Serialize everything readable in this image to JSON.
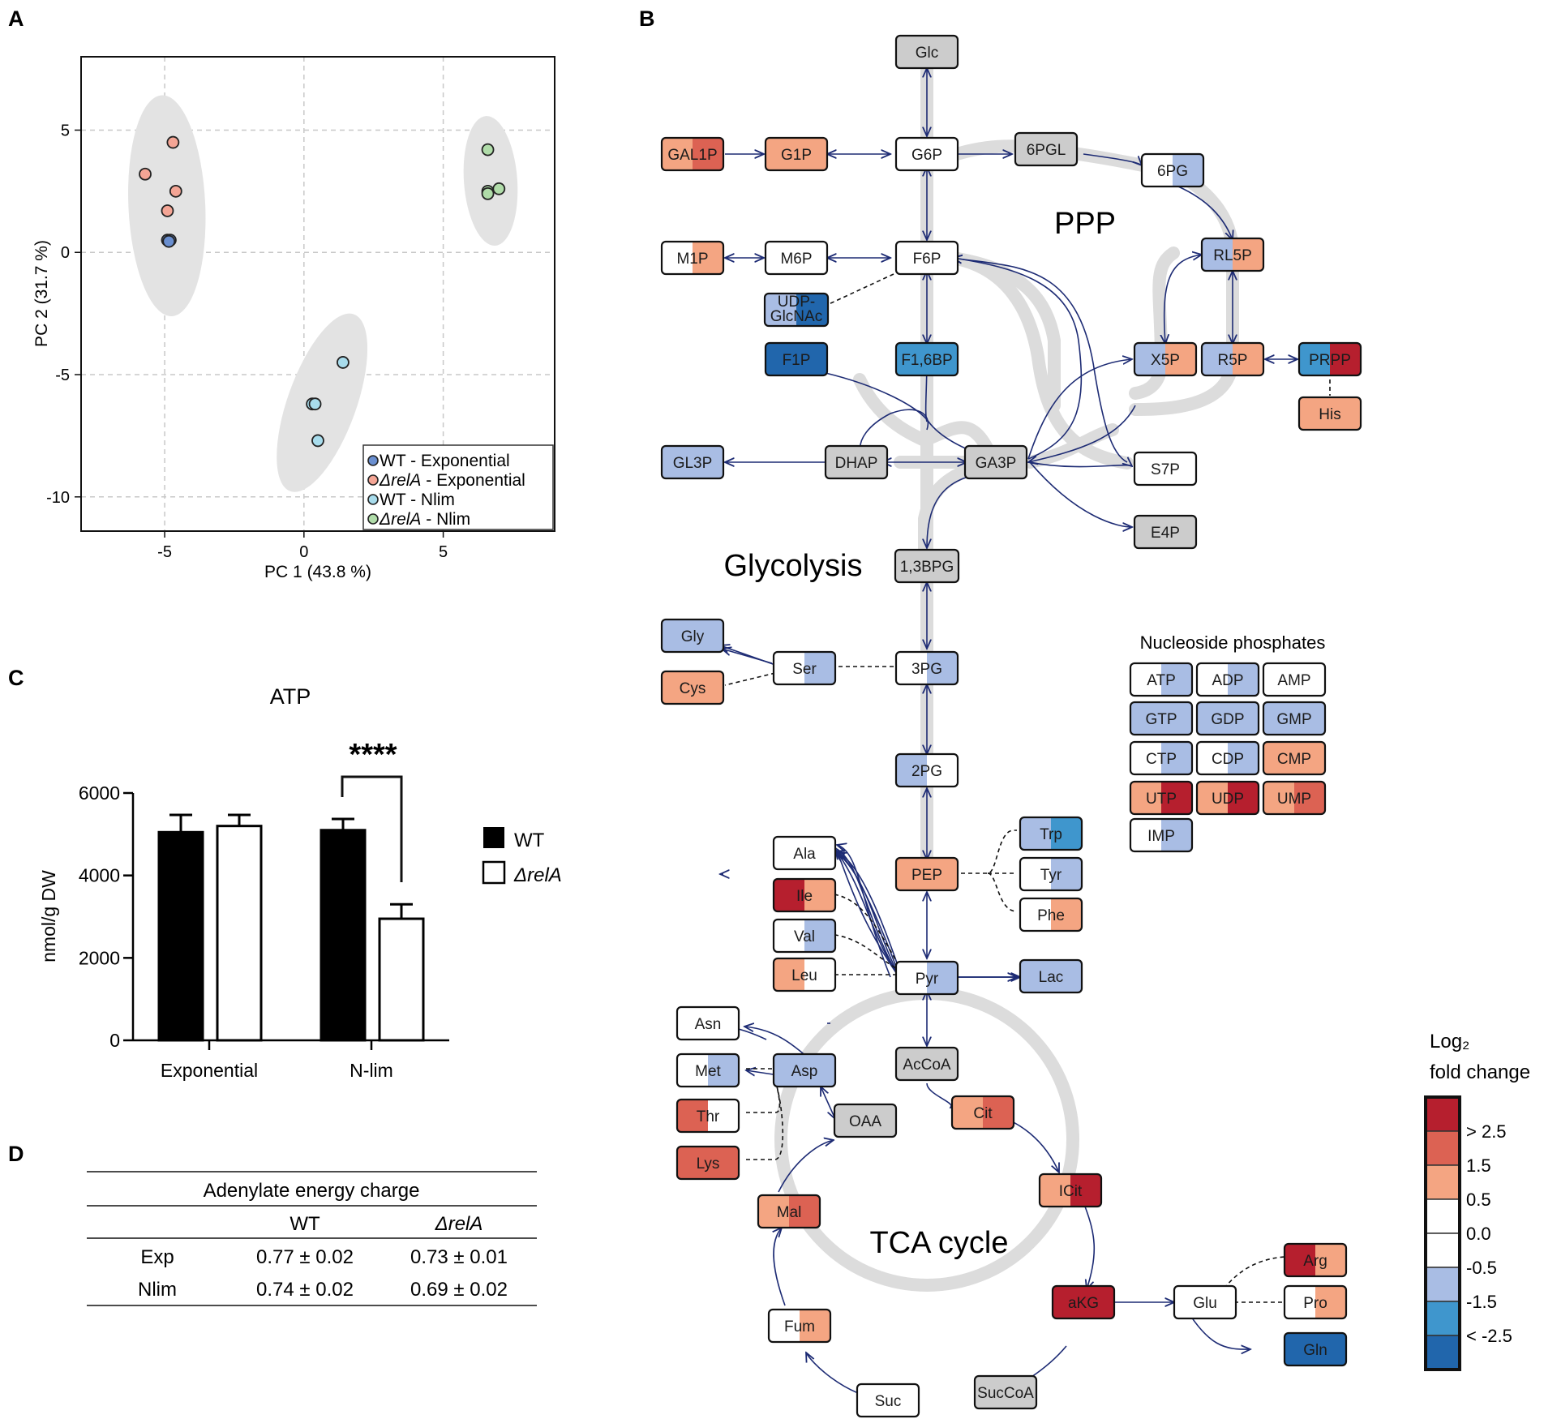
{
  "panels": {
    "a": "A",
    "b": "B",
    "c": "C",
    "d": "D"
  },
  "colors": {
    "lfc": {
      "r3": "#b61f2e",
      "r2": "#dc6253",
      "r1": "#f4a582",
      "w": "#ffffff",
      "b1": "#a9bde4",
      "b2": "#3f96cd",
      "b3": "#2166ac",
      "gray": "#cccccc"
    },
    "pathway": "#1d2b74",
    "pathway_bg": "#dddddd",
    "wt": "#000000"
  },
  "chart_data": [
    {
      "type": "scatter",
      "xlabel": "PC 1 (43.8 %)",
      "ylabel": "PC 2 (31.7 %)",
      "xlim": [
        -8,
        9
      ],
      "ylim": [
        -11.4,
        8
      ],
      "xticks": [
        -5,
        0,
        5
      ],
      "yticks": [
        5,
        0,
        -5,
        -10
      ],
      "grid": true,
      "legend_position": "bottom-right",
      "series": [
        {
          "name": "WT - Exponential",
          "name_italic": "",
          "name_rest": "WT - Exponential",
          "color": "#6a8fd0",
          "points": [
            [
              -4.9,
              0.5
            ],
            [
              -4.8,
              0.5
            ],
            [
              -4.85,
              0.45
            ]
          ]
        },
        {
          "name": "ΔrelA - Exponential",
          "name_italic": "ΔrelA",
          "name_rest": " - Exponential",
          "color": "#f4a595",
          "points": [
            [
              -5.7,
              3.2
            ],
            [
              -4.7,
              4.5
            ],
            [
              -4.6,
              2.5
            ],
            [
              -4.9,
              1.7
            ]
          ]
        },
        {
          "name": "WT - Nlim",
          "name_italic": "",
          "name_rest": "WT - Nlim",
          "color": "#a8dcec",
          "points": [
            [
              1.4,
              -4.5
            ],
            [
              0.3,
              -6.2
            ],
            [
              0.4,
              -6.2
            ],
            [
              0.5,
              -7.7
            ]
          ]
        },
        {
          "name": "ΔrelA - Nlim",
          "name_italic": "ΔrelA",
          "name_rest": " - Nlim",
          "color": "#b0dca9",
          "points": [
            [
              6.6,
              4.2
            ],
            [
              6.6,
              2.5
            ],
            [
              6.6,
              2.4
            ],
            [
              7.0,
              2.6
            ]
          ]
        }
      ],
      "xtick_labels": [
        "-5",
        "0",
        "5"
      ],
      "ytick_labels": [
        "5",
        "0",
        "-5",
        "-10"
      ]
    },
    {
      "type": "bar",
      "title": "ATP",
      "ylabel": "nmol/g DW",
      "categories": [
        "Exponential",
        "N-lim"
      ],
      "ylim": [
        0,
        6000
      ],
      "yticks": [
        0,
        2000,
        4000,
        6000
      ],
      "ytick_labels": [
        "0",
        "2000",
        "4000",
        "6000"
      ],
      "series": [
        {
          "name": "WT",
          "values": [
            5050,
            5100
          ],
          "errors": [
            420,
            270
          ]
        },
        {
          "name": "ΔrelA",
          "values": [
            5200,
            2950
          ],
          "errors": [
            270,
            350
          ]
        }
      ],
      "significance": "****",
      "legend_position": "right",
      "legend": [
        {
          "label": "WT",
          "italic": false
        },
        {
          "label": "ΔrelA",
          "italic": true
        }
      ]
    },
    {
      "type": "table",
      "title": "Adenylate energy charge",
      "columns": [
        "",
        "WT",
        "ΔrelA"
      ],
      "rows": [
        {
          "label": "Exp",
          "wt": "0.77 ± 0.02",
          "rela": "0.73 ± 0.01"
        },
        {
          "label": "Nlim",
          "wt": "0.74 ± 0.02",
          "rela": "0.69 ± 0.02"
        }
      ]
    }
  ],
  "pathway": {
    "labels": {
      "ppp": "PPP",
      "glycolysis": "Glycolysis",
      "tca": "TCA cycle",
      "nucleosides": "Nucleoside phosphates"
    },
    "colorbar": {
      "title_line1": "Log₂",
      "title_line2": "fold change",
      "bins": [
        "r3",
        "r2",
        "r1",
        "w",
        "w",
        "b1",
        "b2",
        "b3"
      ],
      "ticks": [
        "> 2.5",
        "1.5",
        "0.5",
        "0.0",
        "-0.5",
        "-1.5",
        "< -2.5"
      ]
    },
    "nodes": [
      {
        "id": "glc",
        "label": "Glc",
        "fill": [
          "gray"
        ]
      },
      {
        "id": "gal1p",
        "label": "GAL1P",
        "fill": [
          "r1",
          "r2"
        ]
      },
      {
        "id": "g1p",
        "label": "G1P",
        "fill": [
          "r1"
        ]
      },
      {
        "id": "g6p",
        "label": "G6P",
        "fill": [
          "w"
        ]
      },
      {
        "id": "6pgl",
        "label": "6PGL",
        "fill": [
          "gray"
        ]
      },
      {
        "id": "6pg",
        "label": "6PG",
        "fill": [
          "w",
          "b1"
        ]
      },
      {
        "id": "m1p",
        "label": "M1P",
        "fill": [
          "w",
          "r1"
        ]
      },
      {
        "id": "m6p",
        "label": "M6P",
        "fill": [
          "w"
        ]
      },
      {
        "id": "f6p",
        "label": "F6P",
        "fill": [
          "w"
        ]
      },
      {
        "id": "rl5p",
        "label": "RL5P",
        "fill": [
          "b1",
          "r1"
        ]
      },
      {
        "id": "udp",
        "label": "UDP-\nGlcNAc",
        "fill": [
          "b1",
          "b3"
        ]
      },
      {
        "id": "f1p",
        "label": "F1P",
        "fill": [
          "b3"
        ]
      },
      {
        "id": "f16bp",
        "label": "F1,6BP",
        "fill": [
          "b2"
        ]
      },
      {
        "id": "x5p",
        "label": "X5P",
        "fill": [
          "b1",
          "r1"
        ]
      },
      {
        "id": "r5p",
        "label": "R5P",
        "fill": [
          "b1",
          "r1"
        ]
      },
      {
        "id": "prpp",
        "label": "PRPP",
        "fill": [
          "b2",
          "r3"
        ]
      },
      {
        "id": "his",
        "label": "His",
        "fill": [
          "r1"
        ]
      },
      {
        "id": "gl3p",
        "label": "GL3P",
        "fill": [
          "b1"
        ]
      },
      {
        "id": "dhap",
        "label": "DHAP",
        "fill": [
          "gray"
        ]
      },
      {
        "id": "ga3p",
        "label": "GA3P",
        "fill": [
          "gray"
        ]
      },
      {
        "id": "s7p",
        "label": "S7P",
        "fill": [
          "w"
        ]
      },
      {
        "id": "e4p",
        "label": "E4P",
        "fill": [
          "gray"
        ]
      },
      {
        "id": "13bpg",
        "label": "1,3BPG",
        "fill": [
          "gray"
        ]
      },
      {
        "id": "gly",
        "label": "Gly",
        "fill": [
          "b1"
        ]
      },
      {
        "id": "ser",
        "label": "Ser",
        "fill": [
          "w",
          "b1"
        ]
      },
      {
        "id": "cys",
        "label": "Cys",
        "fill": [
          "r1"
        ]
      },
      {
        "id": "3pg",
        "label": "3PG",
        "fill": [
          "w",
          "b1"
        ]
      },
      {
        "id": "2pg",
        "label": "2PG",
        "fill": [
          "b1",
          "w"
        ]
      },
      {
        "id": "ala",
        "label": "Ala",
        "fill": [
          "w"
        ]
      },
      {
        "id": "ile",
        "label": "Ile",
        "fill": [
          "r3",
          "r1"
        ]
      },
      {
        "id": "val",
        "label": "Val",
        "fill": [
          "w",
          "b1"
        ]
      },
      {
        "id": "leu",
        "label": "Leu",
        "fill": [
          "r1",
          "w"
        ]
      },
      {
        "id": "pep",
        "label": "PEP",
        "fill": [
          "r1"
        ]
      },
      {
        "id": "pyr",
        "label": "Pyr",
        "fill": [
          "w",
          "b1"
        ]
      },
      {
        "id": "trp",
        "label": "Trp",
        "fill": [
          "b1",
          "b2"
        ]
      },
      {
        "id": "tyr",
        "label": "Tyr",
        "fill": [
          "w",
          "b1"
        ]
      },
      {
        "id": "phe",
        "label": "Phe",
        "fill": [
          "w",
          "r1"
        ]
      },
      {
        "id": "lac",
        "label": "Lac",
        "fill": [
          "b1"
        ]
      },
      {
        "id": "asn",
        "label": "Asn",
        "fill": [
          "w"
        ]
      },
      {
        "id": "met",
        "label": "Met",
        "fill": [
          "w",
          "b1"
        ]
      },
      {
        "id": "asp",
        "label": "Asp",
        "fill": [
          "b1"
        ]
      },
      {
        "id": "thr",
        "label": "Thr",
        "fill": [
          "r2",
          "w"
        ]
      },
      {
        "id": "lys",
        "label": "Lys",
        "fill": [
          "r2"
        ]
      },
      {
        "id": "acoa",
        "label": "AcCoA",
        "fill": [
          "gray"
        ]
      },
      {
        "id": "oaa",
        "label": "OAA",
        "fill": [
          "gray"
        ]
      },
      {
        "id": "cit",
        "label": "Cit",
        "fill": [
          "r1",
          "r2"
        ]
      },
      {
        "id": "mal",
        "label": "Mal",
        "fill": [
          "r1",
          "r2"
        ]
      },
      {
        "id": "icit",
        "label": "ICit",
        "fill": [
          "r1",
          "r3"
        ]
      },
      {
        "id": "akg",
        "label": "aKG",
        "fill": [
          "r3"
        ]
      },
      {
        "id": "glu",
        "label": "Glu",
        "fill": [
          "w"
        ]
      },
      {
        "id": "arg",
        "label": "Arg",
        "fill": [
          "r3",
          "r1"
        ]
      },
      {
        "id": "pro",
        "label": "Pro",
        "fill": [
          "w",
          "r1"
        ]
      },
      {
        "id": "gln",
        "label": "Gln",
        "fill": [
          "b3"
        ]
      },
      {
        "id": "fum",
        "label": "Fum",
        "fill": [
          "w",
          "r1"
        ]
      },
      {
        "id": "suc",
        "label": "Suc",
        "fill": [
          "w"
        ]
      },
      {
        "id": "succoa",
        "label": "SucCoA",
        "fill": [
          "gray"
        ]
      },
      {
        "id": "atp",
        "label": "ATP",
        "fill": [
          "w",
          "b1"
        ]
      },
      {
        "id": "adp",
        "label": "ADP",
        "fill": [
          "w",
          "b1"
        ]
      },
      {
        "id": "amp",
        "label": "AMP",
        "fill": [
          "w"
        ]
      },
      {
        "id": "gtp",
        "label": "GTP",
        "fill": [
          "b1"
        ]
      },
      {
        "id": "gdp",
        "label": "GDP",
        "fill": [
          "b1"
        ]
      },
      {
        "id": "gmp",
        "label": "GMP",
        "fill": [
          "b1"
        ]
      },
      {
        "id": "ctp",
        "label": "CTP",
        "fill": [
          "w",
          "b1"
        ]
      },
      {
        "id": "cdp",
        "label": "CDP",
        "fill": [
          "w",
          "b1"
        ]
      },
      {
        "id": "cmp",
        "label": "CMP",
        "fill": [
          "r1"
        ]
      },
      {
        "id": "utp",
        "label": "UTP",
        "fill": [
          "r1",
          "r3"
        ]
      },
      {
        "id": "udpn",
        "label": "UDP",
        "fill": [
          "r1",
          "r3"
        ]
      },
      {
        "id": "ump",
        "label": "UMP",
        "fill": [
          "r1",
          "r2"
        ]
      },
      {
        "id": "imp",
        "label": "IMP",
        "fill": [
          "w",
          "b1"
        ]
      }
    ]
  }
}
